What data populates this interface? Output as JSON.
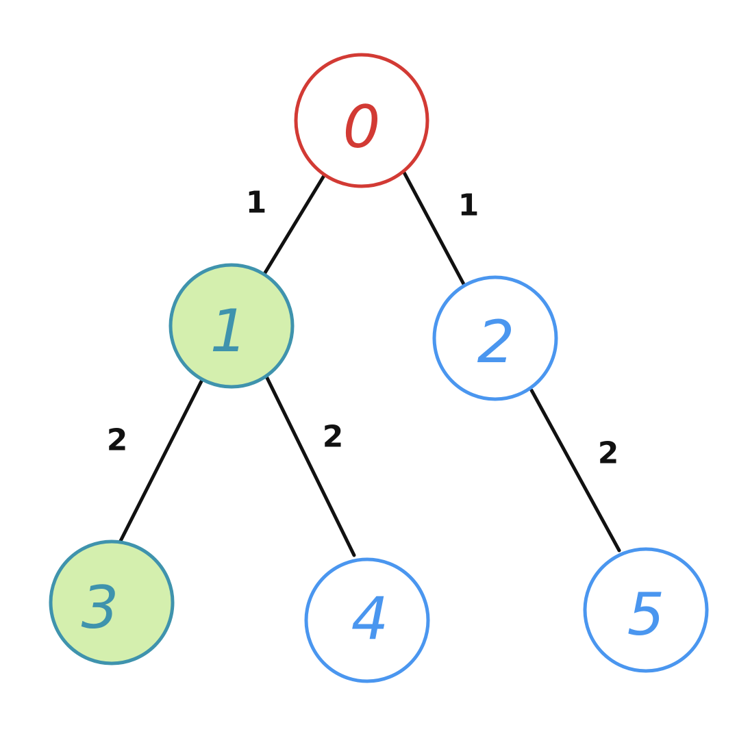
{
  "colors": {
    "root_stroke": "#d23a34",
    "node_stroke": "#4a96ef",
    "visited_stroke": "#3f93ad",
    "visited_fill": "#d4efae",
    "plain_fill": "#ffffff",
    "edge": "#111111"
  },
  "tree": {
    "nodes": [
      {
        "id": "n0",
        "label": "0",
        "state": "root"
      },
      {
        "id": "n1",
        "label": "1",
        "state": "visited"
      },
      {
        "id": "n2",
        "label": "2",
        "state": "default"
      },
      {
        "id": "n3",
        "label": "3",
        "state": "visited"
      },
      {
        "id": "n4",
        "label": "4",
        "state": "default"
      },
      {
        "id": "n5",
        "label": "5",
        "state": "default"
      }
    ],
    "edges": [
      {
        "id": "e01",
        "from": "n0",
        "to": "n1",
        "label": "1"
      },
      {
        "id": "e02",
        "from": "n0",
        "to": "n2",
        "label": "1"
      },
      {
        "id": "e13",
        "from": "n1",
        "to": "n3",
        "label": "2"
      },
      {
        "id": "e14",
        "from": "n1",
        "to": "n4",
        "label": "2"
      },
      {
        "id": "e25",
        "from": "n2",
        "to": "n5",
        "label": "2"
      }
    ]
  }
}
